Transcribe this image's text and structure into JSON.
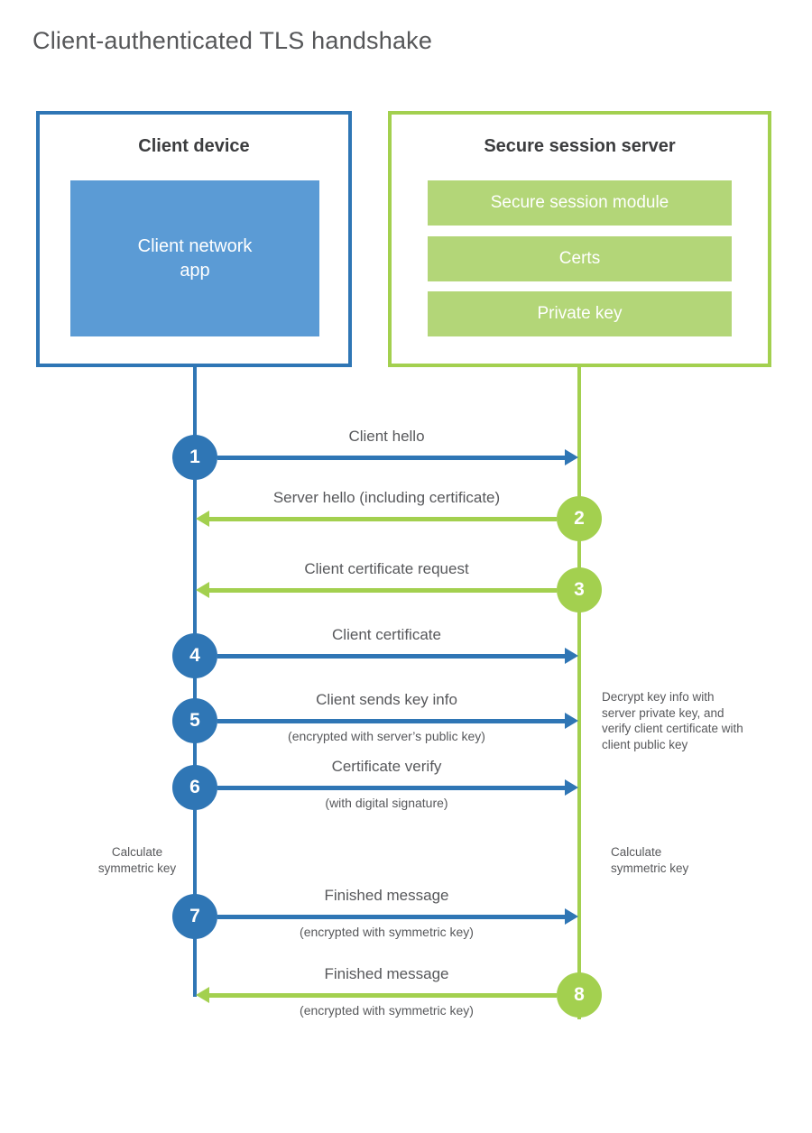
{
  "title": "Client-authenticated TLS handshake",
  "client": {
    "title": "Client device",
    "app_label": "Client network app"
  },
  "server": {
    "title": "Secure session server",
    "modules": [
      "Secure session module",
      "Certs",
      "Private key"
    ]
  },
  "messages": [
    {
      "step": "1",
      "from": "client",
      "direction": "right",
      "label": "Client hello"
    },
    {
      "step": "2",
      "from": "server",
      "direction": "left",
      "label": "Server hello (including certificate)"
    },
    {
      "step": "3",
      "from": "server",
      "direction": "left",
      "label": "Client certificate request"
    },
    {
      "step": "4",
      "from": "client",
      "direction": "right",
      "label": "Client certificate"
    },
    {
      "step": "5",
      "from": "client",
      "direction": "right",
      "label": "Client sends key info",
      "sublabel": "(encrypted with server’s public key)"
    },
    {
      "step": "6",
      "from": "client",
      "direction": "right",
      "label": "Certificate verify",
      "sublabel": "(with digital signature)"
    },
    {
      "step": "7",
      "from": "client",
      "direction": "right",
      "label": "Finished message",
      "sublabel": "(encrypted with symmetric key)"
    },
    {
      "step": "8",
      "from": "server",
      "direction": "left",
      "label": "Finished message",
      "sublabel": "(encrypted with symmetric key)"
    }
  ],
  "annotations": {
    "decrypt_note": "Decrypt key info with server private key, and verify client certificate with client public key",
    "calc_left": "Calculate symmetric key",
    "calc_right": "Calculate symmetric key"
  },
  "colors": {
    "client_blue": "#2f76b5",
    "client_fill": "#5b9bd5",
    "server_green": "#a3d04f",
    "server_fill": "#b3d678",
    "text_gray": "#57585b"
  }
}
